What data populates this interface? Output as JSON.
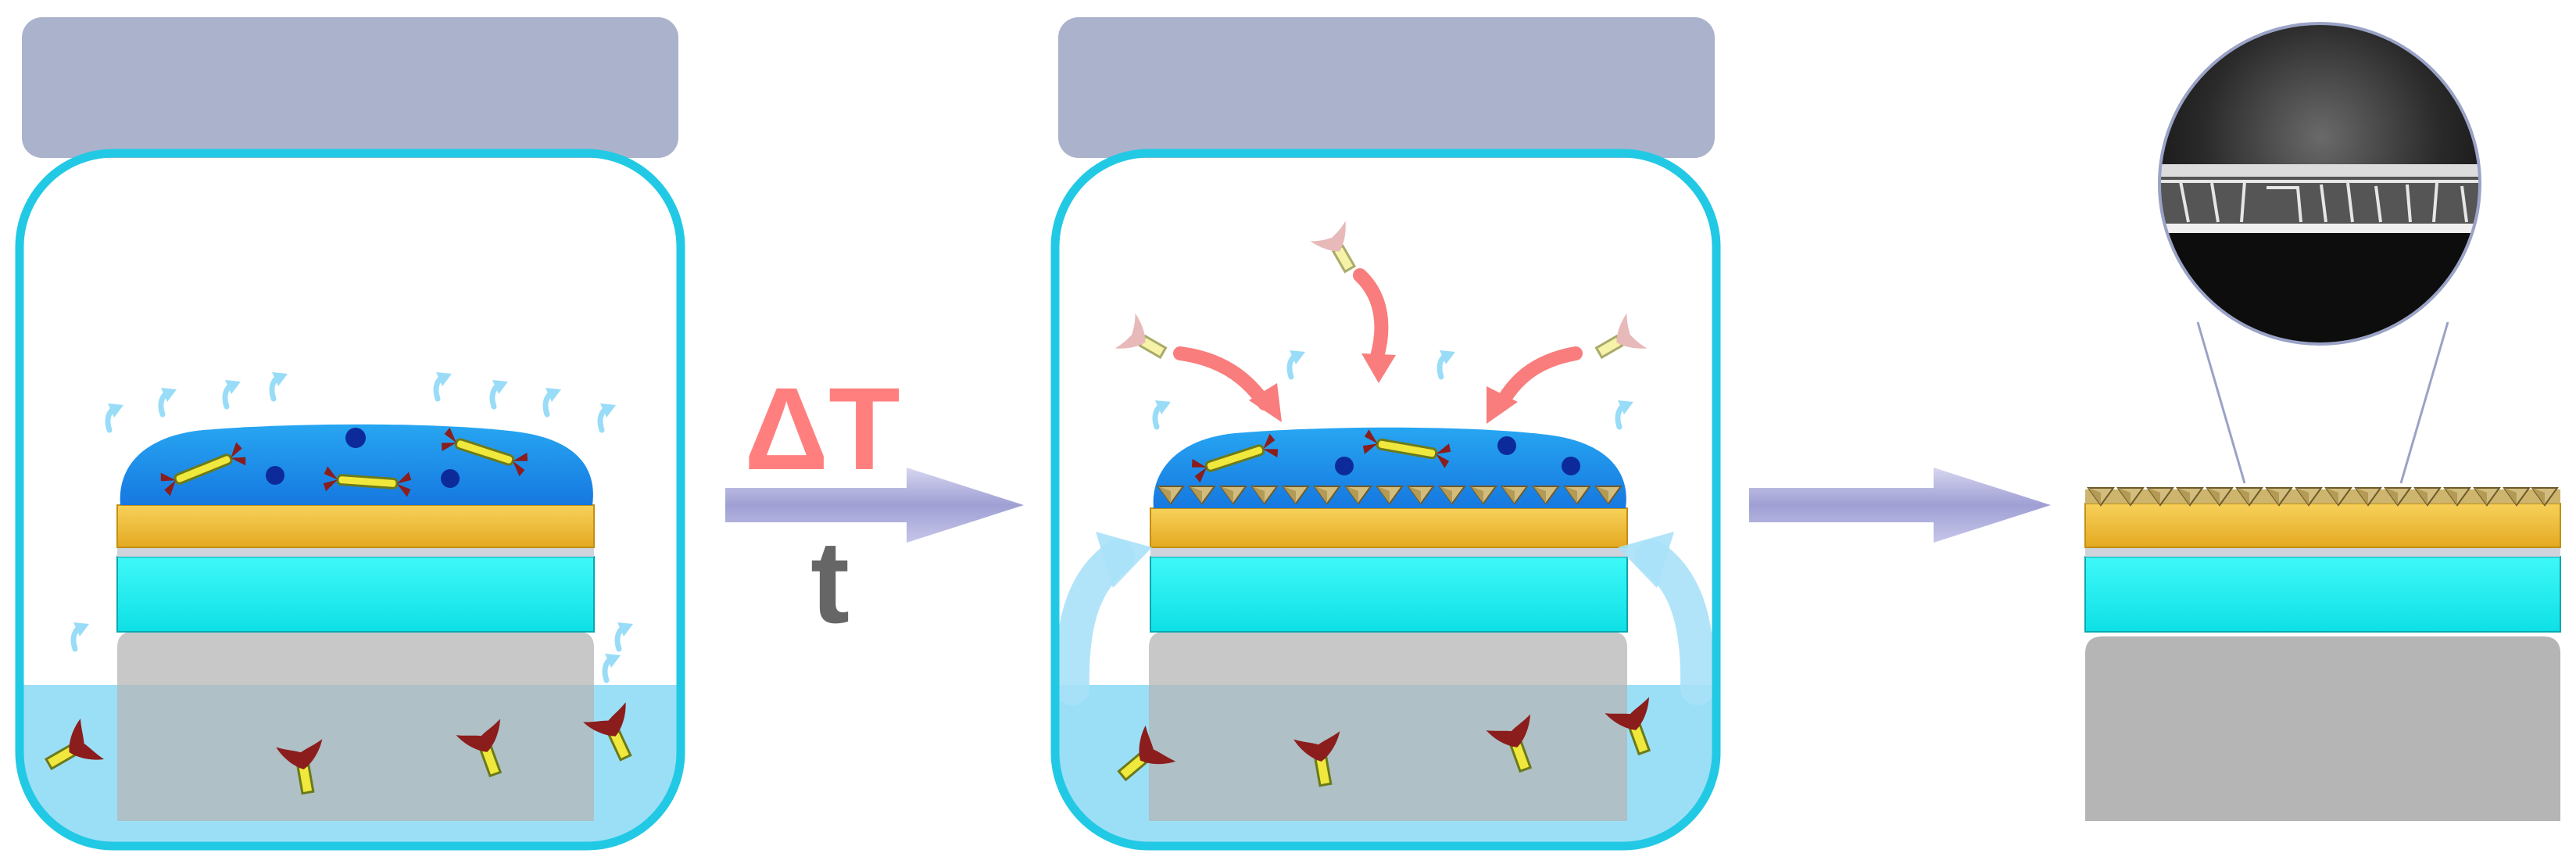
{
  "labels": {
    "delta_t": "ΔT",
    "time": "t"
  },
  "colors": {
    "jar_lid": "#abb3cc",
    "jar_outline": "#22c9e4",
    "liquid": "#7fd6f4",
    "droplet": "#1e88e8",
    "gold_layer": "#f2bf3a",
    "cyan_layer": "#17f0f0",
    "stage": "#b5b5b5",
    "arrow": "#9f9fd4",
    "delta_t_text": "#ff7f7f",
    "time_text": "#666666",
    "heat_arrows": "#99dcf7",
    "red_arrows": "#f97d7d",
    "linker": "#f0e83c",
    "node": "#8b1d1d",
    "crystal": "#d9c07a"
  },
  "panels": [
    {
      "stage": "initial",
      "icons": [
        "jar-lid",
        "jar",
        "substrate-stack",
        "droplet",
        "liquid-reservoir"
      ]
    },
    {
      "stage": "heating",
      "icons": [
        "jar-lid",
        "jar",
        "substrate-stack",
        "droplet",
        "crystal-layer",
        "liquid-reservoir"
      ]
    },
    {
      "stage": "result",
      "icons": [
        "substrate-stack",
        "crystal-film",
        "sem-image"
      ]
    }
  ]
}
